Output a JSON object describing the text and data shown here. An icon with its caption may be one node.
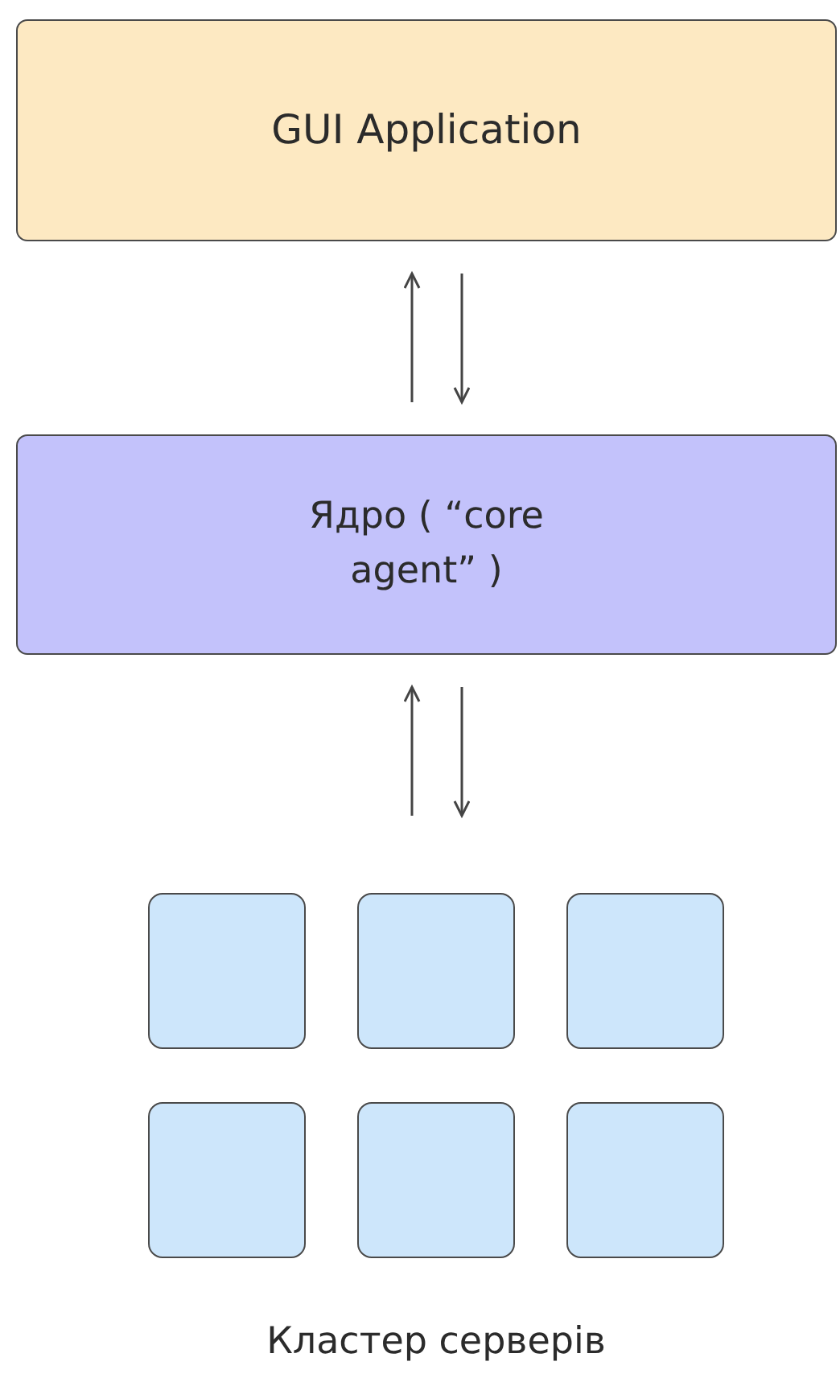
{
  "diagram": {
    "nodes": [
      {
        "text": [
          "GUI Application"
        ]
      },
      {
        "text": [
          "Ядро ( “core agent” )"
        ]
      },
      {
        "text": [
          "Кластер серверів"
        ]
      },
      {
        "text": [],
        "shape": "box",
        "in": 2
      },
      {
        "text": [],
        "shape": "box",
        "in": 2
      },
      {
        "text": [],
        "shape": "box",
        "in": 2
      },
      {
        "text": [],
        "shape": "box",
        "in": 2
      },
      {
        "text": [],
        "shape": "box",
        "in": 2
      },
      {
        "text": [],
        "shape": "box",
        "in": 2
      }
    ],
    "edges": [
      {
        "from": 1,
        "to": 0,
        "arrow": "to"
      },
      {
        "from": 0,
        "to": 1,
        "arrow": "to"
      },
      {
        "from": 2,
        "to": 1,
        "arrow": "to"
      },
      {
        "from": 1,
        "to": 2,
        "arrow": "to"
      }
    ]
  }
}
